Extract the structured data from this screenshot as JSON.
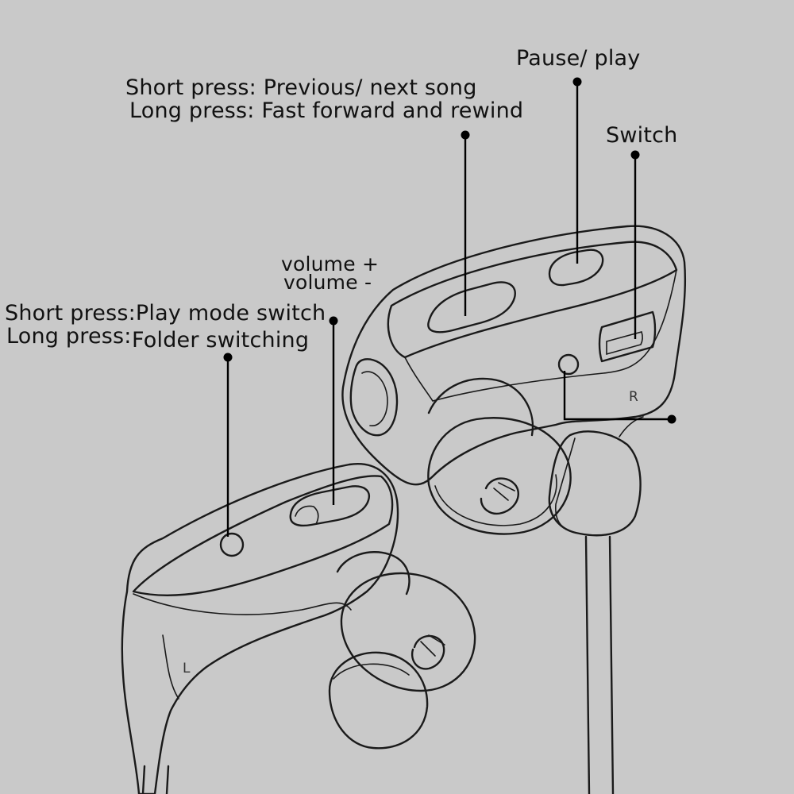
{
  "labels": {
    "pause_play": "Pause/ play",
    "prev_next_short": "Short press: Previous/ next song",
    "prev_next_long": "Long press: Fast forward and rewind",
    "switch": "Switch",
    "volume_up": "volume +",
    "volume_down": "volume -",
    "mode_short": "Short press:Play mode switch",
    "mode_long_prefix": "Long press:",
    "mode_long_text": "Folder switching"
  },
  "side_markers": {
    "left": "L",
    "right": "R"
  },
  "colors": {
    "background": "#c9c9c9",
    "line": "#1a1a1a",
    "text": "#111111"
  }
}
